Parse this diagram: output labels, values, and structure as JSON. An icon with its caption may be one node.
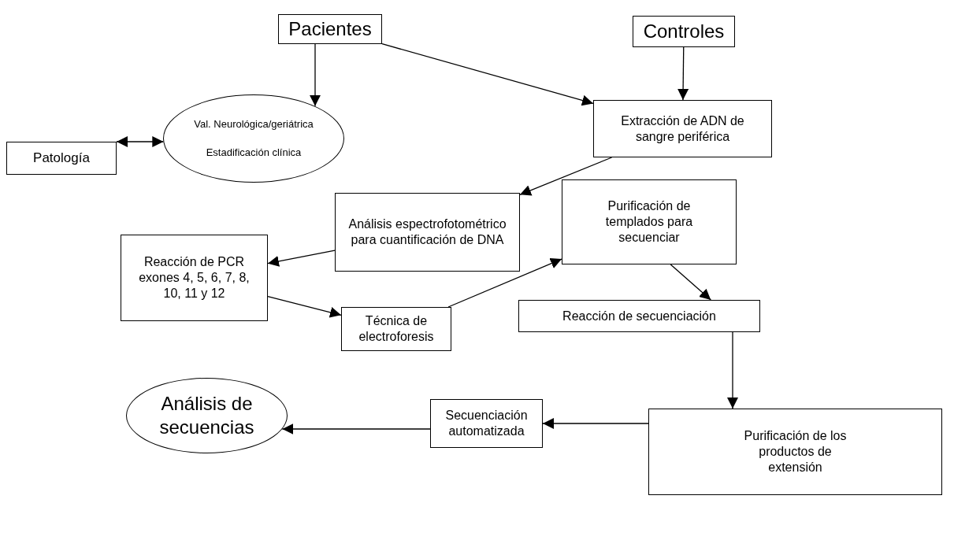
{
  "diagram": {
    "nodes": [
      {
        "text": [
          "Pacientes"
        ]
      },
      {
        "text": [
          "Controles"
        ]
      },
      {
        "text": [
          "Patología"
        ]
      },
      {
        "text": [
          "Val. Neurológica/geriátrica",
          "Estadificación clínica"
        ]
      },
      {
        "text": [
          "Extracción de ADN de sangre periférica"
        ]
      },
      {
        "text": [
          "Análisis espectrofotométrico para cuantificación de DNA"
        ]
      },
      {
        "text": [
          "Purificación de templados para secuenciar"
        ]
      },
      {
        "text": [
          "Reacción de PCR exones 4, 5, 6, 7, 8, 10, 11 y 12"
        ]
      },
      {
        "text": [
          "Técnica de electroforesis"
        ]
      },
      {
        "text": [
          "Reacción de secuenciación"
        ]
      },
      {
        "text": [
          "Purificación de los productos de extensión"
        ]
      },
      {
        "text": [
          "Secuenciación automatizada"
        ]
      },
      {
        "text": [
          "Análisis de secuencias"
        ]
      }
    ],
    "edges": [
      {
        "from": 0,
        "to": 3,
        "arrow": "to"
      },
      {
        "from": 2,
        "to": 3,
        "arrow": "both"
      },
      {
        "from": 0,
        "to": 4,
        "arrow": "to"
      },
      {
        "from": 1,
        "to": 4,
        "arrow": "to"
      },
      {
        "from": 4,
        "to": 5,
        "arrow": "to"
      },
      {
        "from": 5,
        "to": 7,
        "arrow": "to"
      },
      {
        "from": 7,
        "to": 8,
        "arrow": "to"
      },
      {
        "from": 8,
        "to": 6,
        "arrow": "to"
      },
      {
        "from": 6,
        "to": 9,
        "arrow": "to"
      },
      {
        "from": 9,
        "to": 10,
        "arrow": "to"
      },
      {
        "from": 10,
        "to": 11,
        "arrow": "to"
      },
      {
        "from": 11,
        "to": 12,
        "arrow": "to"
      }
    ]
  }
}
